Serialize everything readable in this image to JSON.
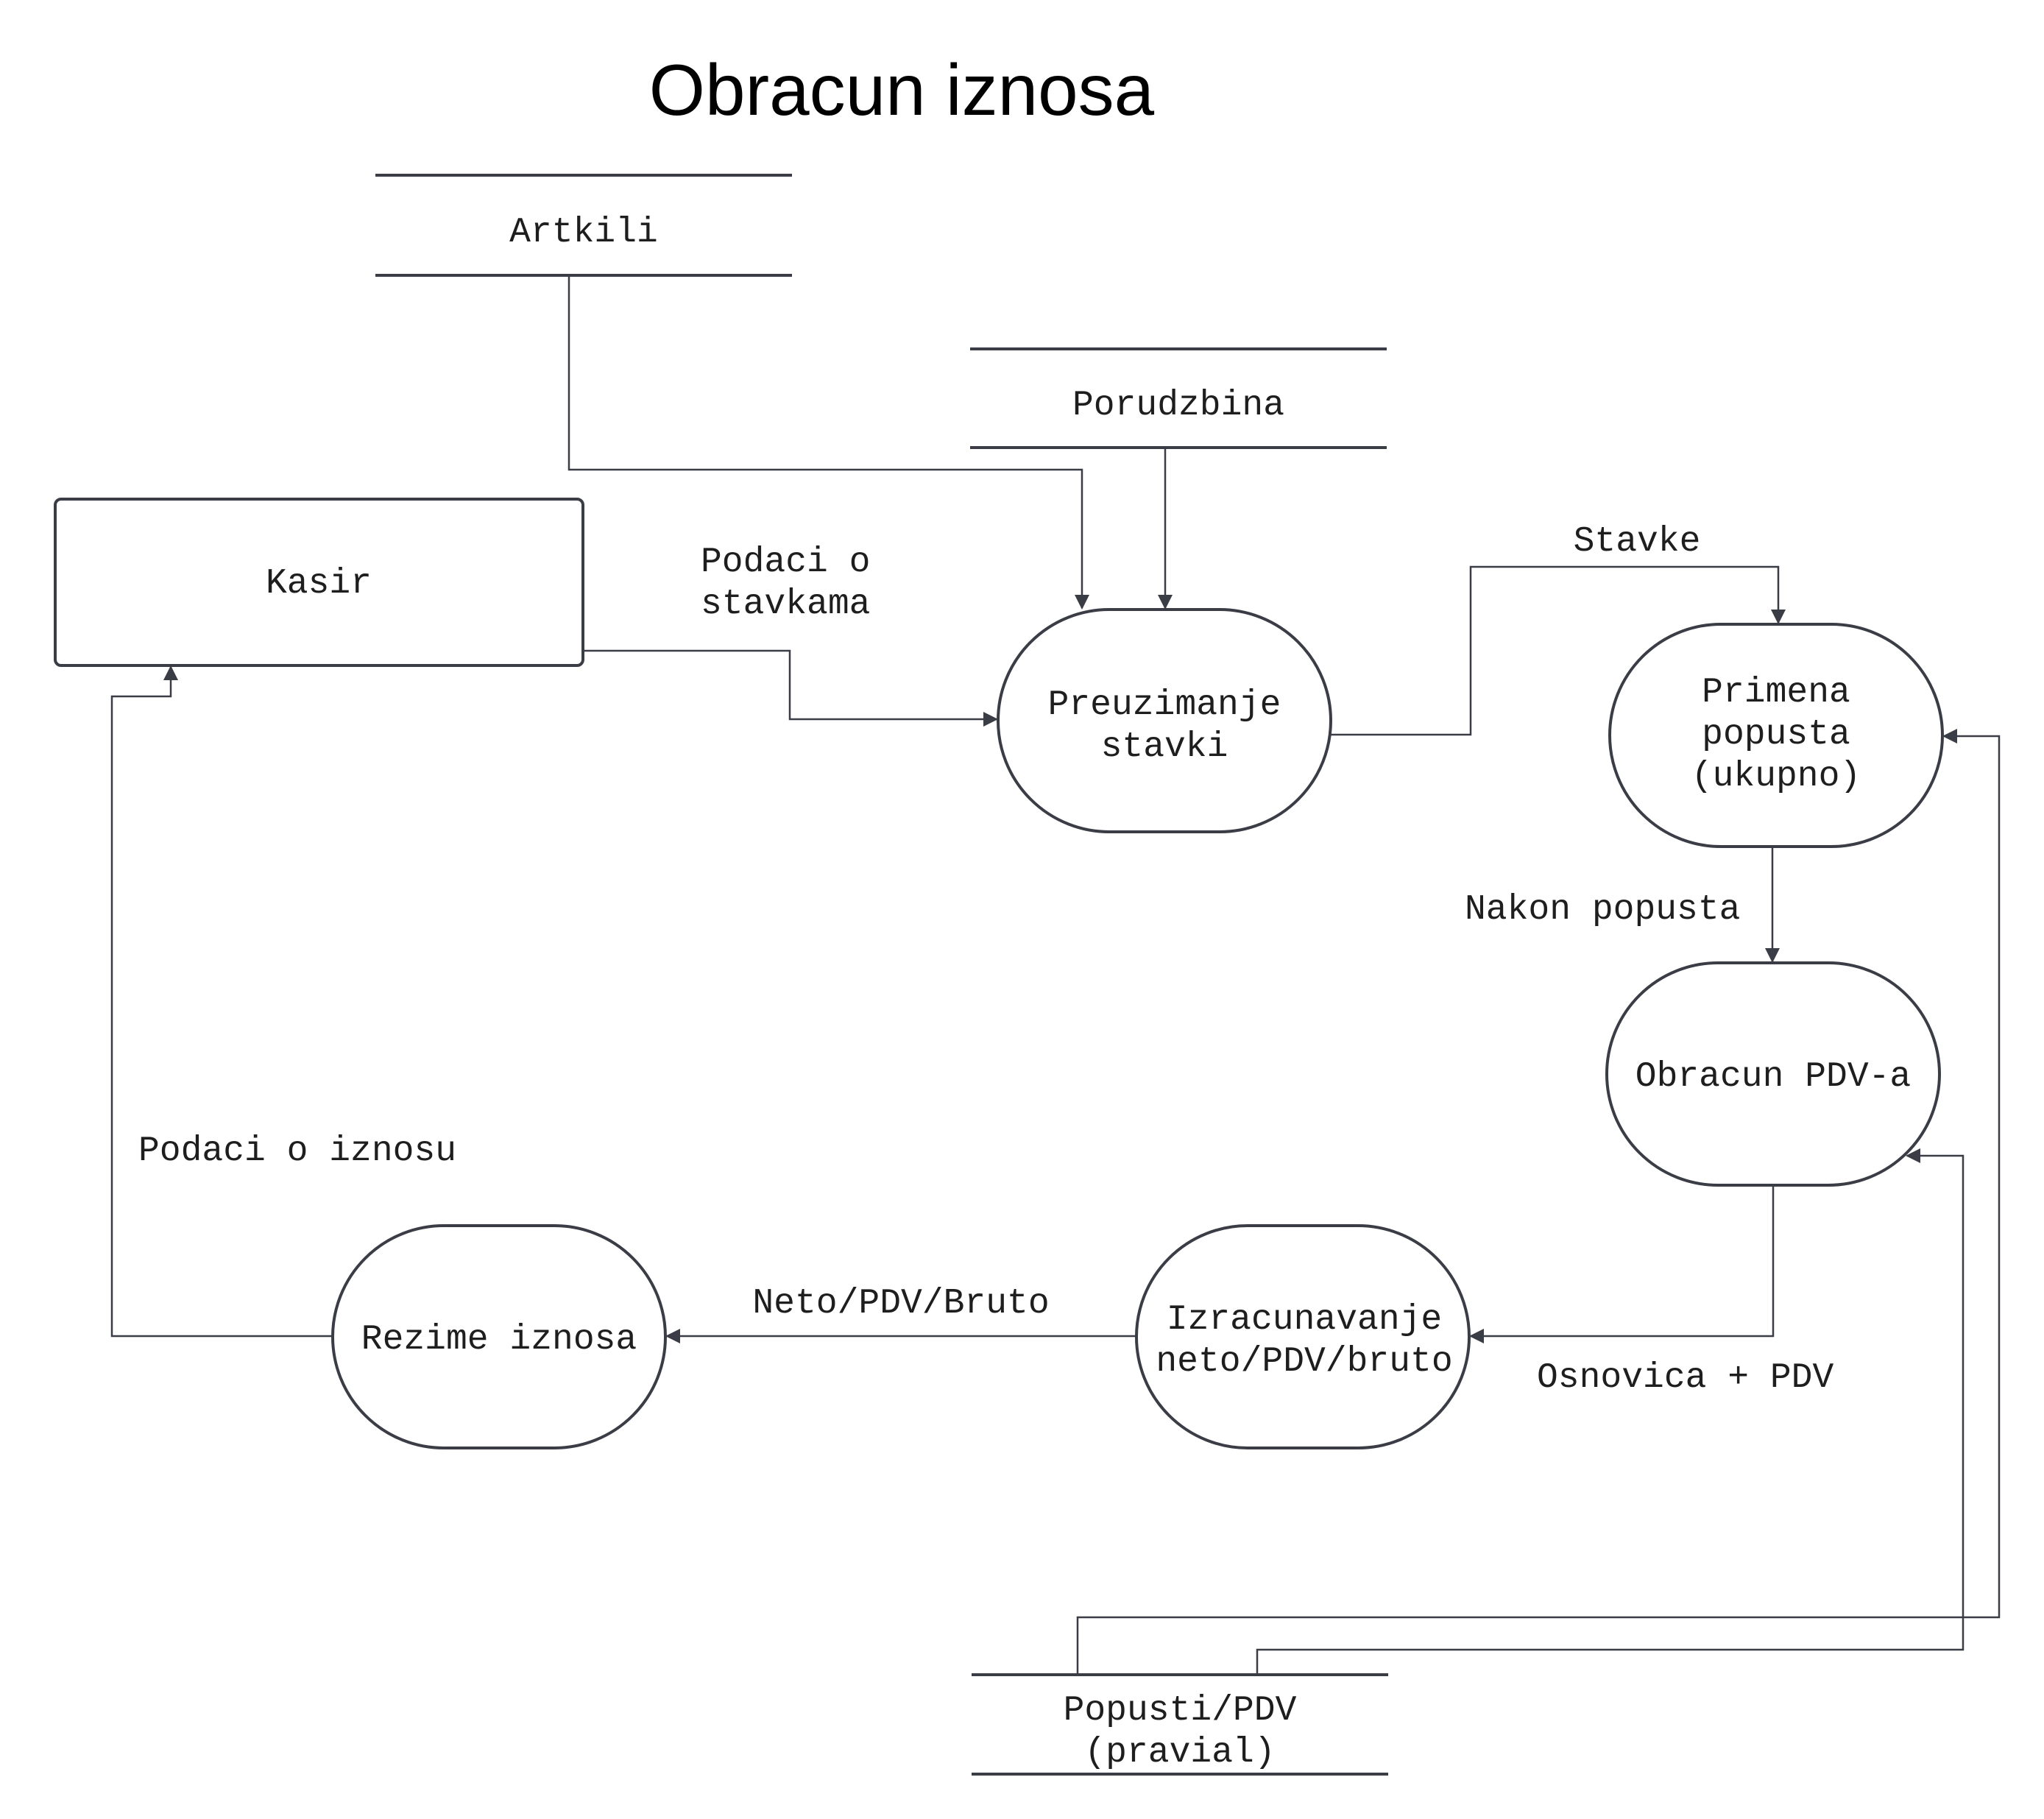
{
  "title": "Obracun iznosa",
  "entities": {
    "kasir": "Kasir"
  },
  "stores": {
    "artikli": [
      "Artkili"
    ],
    "porudzbina": [
      "Porudzbina"
    ],
    "popusti": [
      "Popusti/PDV",
      "(pravial)"
    ]
  },
  "processes": {
    "preuzimanje": [
      "Preuzimanje",
      "stavki"
    ],
    "primena": [
      "Primena",
      "popusta",
      "(ukupno)"
    ],
    "obracun_pdv": [
      "Obracun PDV-a"
    ],
    "izracunavanje": [
      "Izracunavanje",
      "neto/PDV/bruto"
    ],
    "rezime": [
      "Rezime iznosa"
    ]
  },
  "flows": {
    "podaci_o_stavkama": [
      "Podaci o",
      "stavkama"
    ],
    "stavke": "Stavke",
    "nakon_popusta": "Nakon popusta",
    "osnovica_pdv": "Osnovica + PDV",
    "neto_pdv_bruto": "Neto/PDV/Bruto",
    "podaci_o_iznosu": "Podaci o iznosu"
  },
  "colors": {
    "stroke": "#3a3d45",
    "text": "#1e1e1e",
    "background": "#ffffff"
  }
}
